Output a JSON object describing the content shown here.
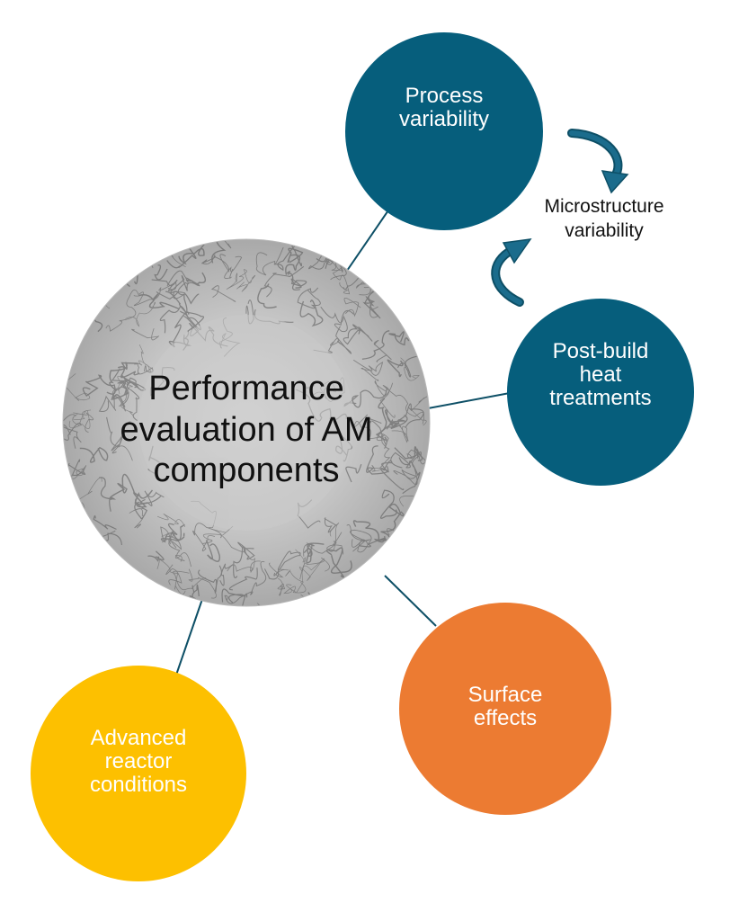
{
  "diagram": {
    "center": {
      "label_lines": [
        "Performance",
        "evaluation of AM",
        "components"
      ]
    },
    "nodes": {
      "process": {
        "label_lines": [
          "Process",
          "variability"
        ],
        "color": "#065E7C"
      },
      "post_build": {
        "label_lines": [
          "Post-build",
          "heat",
          "treatments"
        ],
        "color": "#065E7C"
      },
      "surface": {
        "label_lines": [
          "Surface",
          "effects"
        ],
        "color": "#EC7B32"
      },
      "reactor": {
        "label_lines": [
          "Advanced",
          "reactor",
          "conditions"
        ],
        "color": "#FDC000"
      }
    },
    "microstructure": {
      "label_lines": [
        "Microstructure",
        "variability"
      ]
    },
    "connector_color": "#0D4F66"
  }
}
